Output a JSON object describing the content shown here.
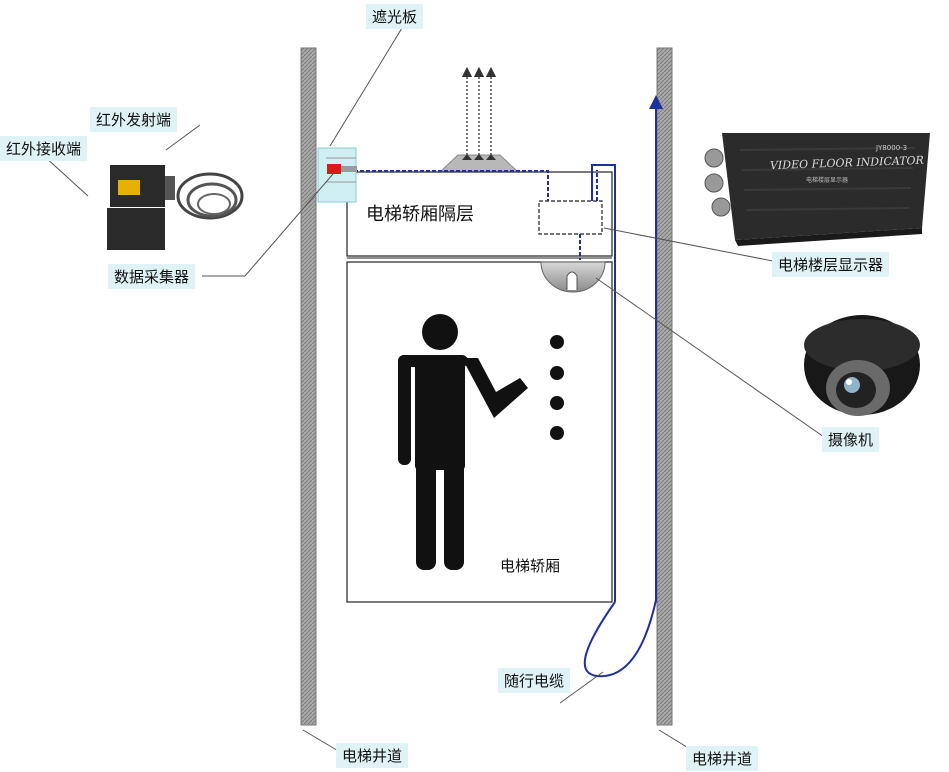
{
  "labels": {
    "shade_plate": "遮光板",
    "ir_emitter": "红外发射端",
    "ir_receiver": "红外接收端",
    "data_collector": "数据采集器",
    "car_interlayer": "电梯轿厢隔层",
    "floor_display": "电梯楼层显示器",
    "camera": "摄像机",
    "car": "电梯轿厢",
    "trailing_cable": "随行电缆",
    "shaft_left": "电梯井道",
    "shaft_right": "电梯井道"
  },
  "device_text": {
    "indicator_title": "VIDEO FLOOR INDICATOR",
    "indicator_model": "JY8000-3",
    "indicator_subtitle": "电梯楼层显示器"
  },
  "colors": {
    "label_bg": "#dff3f6",
    "wire": "#1e2f9e",
    "shaft": "#8a8a8a",
    "leader": "#555555",
    "sensor_red": "#d81b1b",
    "ir_yellow": "#e8b000"
  }
}
